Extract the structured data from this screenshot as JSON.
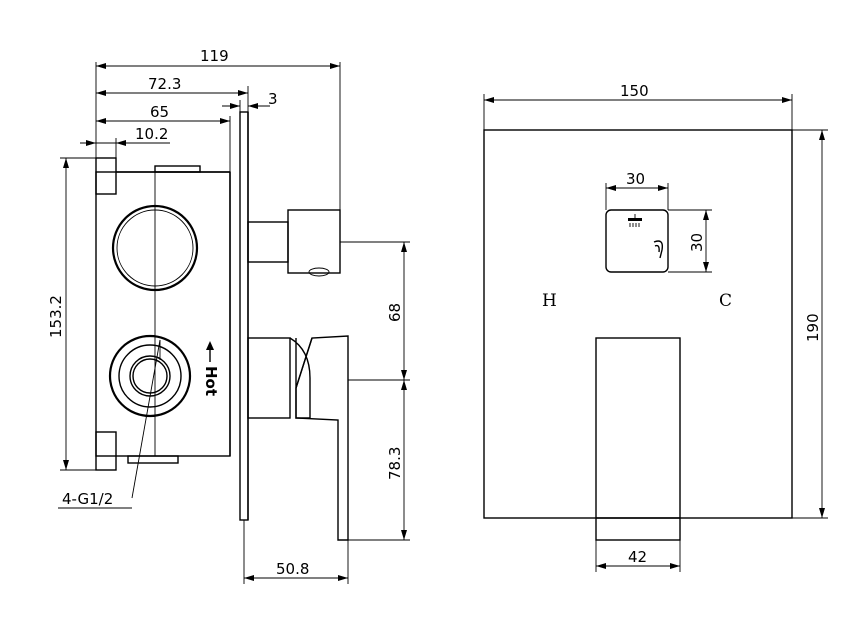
{
  "side_view": {
    "dim_width_total": "119",
    "dim_width_body": "72.3",
    "dim_width_box": "65",
    "dim_plate": "3",
    "dim_offset": "10.2",
    "dim_height_box": "153.2",
    "dim_inlet_spacing": "68",
    "dim_lower_height": "78.3",
    "dim_handle_depth": "50.8",
    "thread_label": "4-G1/2",
    "hot_label": "Hot"
  },
  "front_view": {
    "dim_plate_width": "150",
    "dim_plate_height": "190",
    "dim_selector_width": "30",
    "dim_selector_height": "30",
    "dim_lever_width": "42",
    "label_hot": "H",
    "label_cold": "C"
  }
}
